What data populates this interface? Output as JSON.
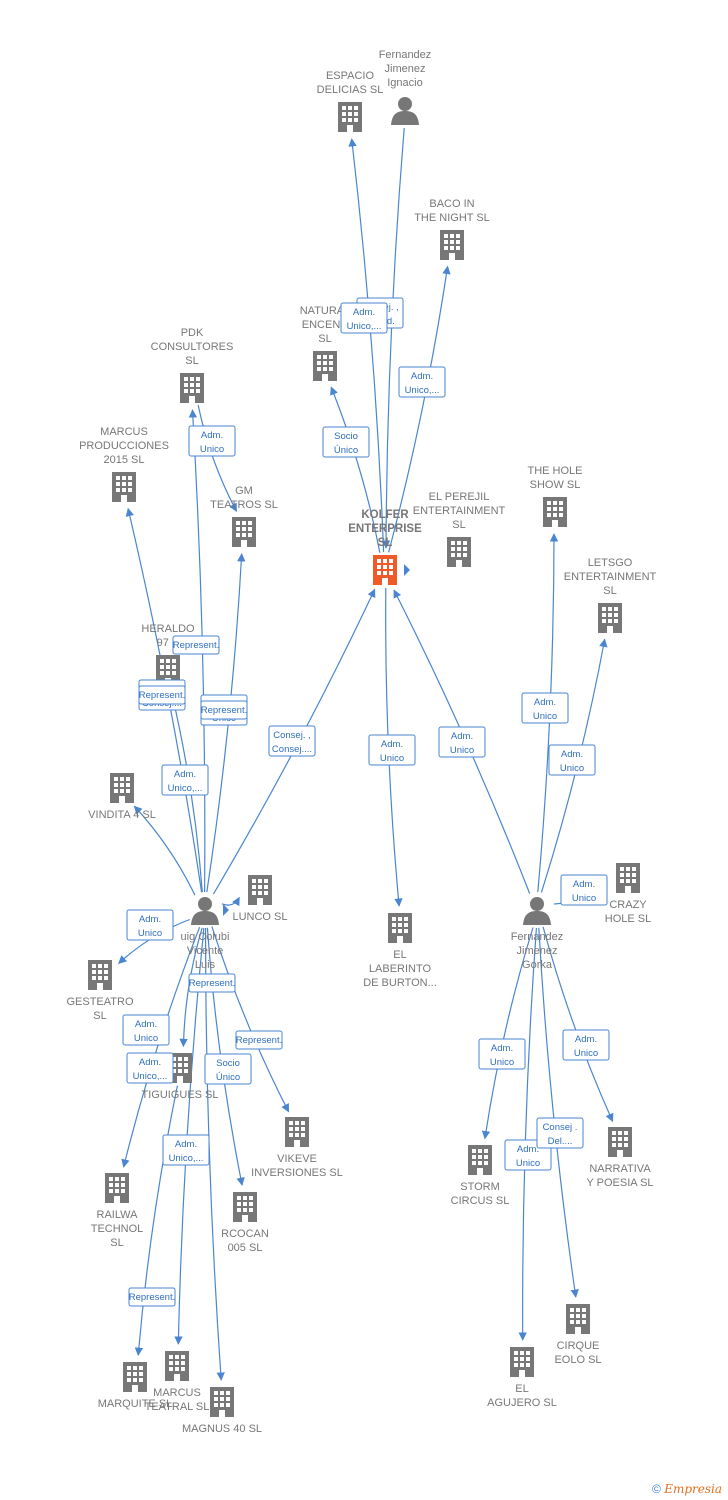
{
  "nodes": [
    {
      "id": "espacio",
      "label": [
        "ESPACIO",
        "DELICIAS  SL"
      ],
      "type": "company"
    },
    {
      "id": "fj_ignacio",
      "label": [
        "Fernandez",
        "Jimenez",
        "Ignacio"
      ],
      "type": "person"
    },
    {
      "id": "baco",
      "label": [
        "BACO IN",
        "THE NIGHT  SL"
      ],
      "type": "company"
    },
    {
      "id": "natural",
      "label": [
        "NATURAL",
        "ENCEND",
        "SL"
      ],
      "type": "company"
    },
    {
      "id": "pdk",
      "label": [
        "PDK",
        "CONSULTORES",
        "SL"
      ],
      "type": "company"
    },
    {
      "id": "marcus_prod",
      "label": [
        "MARCUS",
        "PRODUCCIONES",
        "2015  SL"
      ],
      "type": "company"
    },
    {
      "id": "gm",
      "label": [
        "GM",
        "TEATROS  SL"
      ],
      "type": "company"
    },
    {
      "id": "kolfer",
      "label": [
        "KOLFER",
        "ENTERPRISE",
        "SL"
      ],
      "type": "center"
    },
    {
      "id": "perejil",
      "label": [
        "EL PEREJIL",
        "ENTERTAINMENT",
        "SL"
      ],
      "type": "company"
    },
    {
      "id": "thehole",
      "label": [
        "THE HOLE",
        "SHOW SL"
      ],
      "type": "company"
    },
    {
      "id": "letsgo",
      "label": [
        "LETSGO",
        "ENTERTAINMENT",
        "SL"
      ],
      "type": "company"
    },
    {
      "id": "heraldo",
      "label": [
        "HERALDO",
        "97  S"
      ],
      "type": "company"
    },
    {
      "id": "vindita",
      "label": [
        "VINDITA 4  SL"
      ],
      "type": "company"
    },
    {
      "id": "puig",
      "label": [
        "uig Colubi",
        "Vicente",
        "Luis"
      ],
      "type": "person"
    },
    {
      "id": "lunco",
      "label": [
        "LUNCO  SL"
      ],
      "type": "company"
    },
    {
      "id": "laberinto",
      "label": [
        "EL",
        "LABERINTO",
        "DE BURTON..."
      ],
      "type": "company"
    },
    {
      "id": "fj_gorka",
      "label": [
        "Fernandez",
        "Jimenez",
        "Gorka"
      ],
      "type": "person"
    },
    {
      "id": "crazy",
      "label": [
        "CRAZY",
        "HOLE SL"
      ],
      "type": "company"
    },
    {
      "id": "gesteatro",
      "label": [
        "GESTEATRO",
        "SL"
      ],
      "type": "company"
    },
    {
      "id": "tiguigues",
      "label": [
        "TIGUIGUES  SL"
      ],
      "type": "company"
    },
    {
      "id": "vikeve",
      "label": [
        "VIKEVE",
        "INVERSIONES SL"
      ],
      "type": "company"
    },
    {
      "id": "railway",
      "label": [
        "RAILWA",
        "TECHNOL",
        "SL"
      ],
      "type": "company"
    },
    {
      "id": "marcocan",
      "label": [
        "RCOCAN",
        "005  SL"
      ],
      "type": "company"
    },
    {
      "id": "storm",
      "label": [
        "STORM",
        "CIRCUS SL"
      ],
      "type": "company"
    },
    {
      "id": "narrativa",
      "label": [
        "NARRATIVA",
        "Y POESIA SL"
      ],
      "type": "company"
    },
    {
      "id": "marquite",
      "label": [
        "MARQUITE  SL"
      ],
      "type": "company"
    },
    {
      "id": "marcus_teatral",
      "label": [
        "MARCUS",
        "TEATRAL  SL"
      ],
      "type": "company"
    },
    {
      "id": "magnus",
      "label": [
        "MAGNUS 40  SL"
      ],
      "type": "company"
    },
    {
      "id": "agujero",
      "label": [
        "EL",
        "AGUJERO SL"
      ],
      "type": "company"
    },
    {
      "id": "cirque",
      "label": [
        "CIRQUE",
        "EOLO SL"
      ],
      "type": "company"
    }
  ],
  "edges": [
    {
      "from": "fj_ignacio",
      "to": "kolfer",
      "label": [
        "Consej. ,",
        "Presid."
      ]
    },
    {
      "from": "kolfer",
      "to": "espacio",
      "label": [
        "Adm.",
        "Unico,..."
      ]
    },
    {
      "from": "kolfer",
      "to": "baco",
      "label": [
        "Adm.",
        "Unico,..."
      ]
    },
    {
      "from": "kolfer",
      "to": "natural",
      "label": [
        "Socio",
        "Único"
      ]
    },
    {
      "from": "pdk",
      "to": "gm",
      "label": [
        "Adm.",
        "Unico"
      ]
    },
    {
      "from": "puig",
      "to": "kolfer",
      "label": [
        "Consej. ,",
        "Consej...."
      ]
    },
    {
      "from": "kolfer",
      "to": "laberinto",
      "label": [
        "Socio",
        "Único"
      ]
    },
    {
      "from": "fj_gorka",
      "to": "kolfer",
      "label": [
        "Consej. ,",
        "Consej...."
      ]
    },
    {
      "from": "fj_gorka",
      "to": "thehole",
      "label": [
        "Adm.",
        "Unico"
      ]
    },
    {
      "from": "fj_gorka",
      "to": "letsgo",
      "label": [
        "Adm.",
        "Unico"
      ]
    },
    {
      "from": "fj_gorka",
      "to": "crazy",
      "label": [
        "Adm.",
        "Unico"
      ]
    },
    {
      "from": "fj_gorka",
      "to": "storm",
      "label": [
        "Adm.",
        "Unico"
      ]
    },
    {
      "from": "fj_gorka",
      "to": "narrativa",
      "label": [
        "Adm.",
        "Unico"
      ]
    },
    {
      "from": "fj_gorka",
      "to": "agujero",
      "label": [
        "Adm.",
        "Unico"
      ]
    },
    {
      "from": "fj_gorka",
      "to": "cirque",
      "label": [
        "Adm.",
        "Unico"
      ]
    },
    {
      "from": "puig",
      "to": "pdk",
      "label": [
        "Adm.",
        "Unico"
      ]
    },
    {
      "from": "puig",
      "to": "marcus_prod",
      "label": [
        "Consej .",
        "Del...."
      ]
    },
    {
      "from": "puig",
      "to": "gm",
      "label": [
        "Represent."
      ]
    },
    {
      "from": "puig",
      "to": "heraldo",
      "label": [
        "Represent."
      ]
    },
    {
      "from": "puig",
      "to": "vindita",
      "label": [
        "Represent."
      ]
    },
    {
      "from": "puig",
      "to": "lunco",
      "label": [
        "Adm.",
        "Unico,..."
      ]
    },
    {
      "from": "puig",
      "to": "gesteatro",
      "label": [
        "Represent."
      ]
    },
    {
      "from": "puig",
      "to": "tiguigues",
      "label": [
        "Adm.",
        "Unico"
      ]
    },
    {
      "from": "puig",
      "to": "vikeve",
      "label": [
        "Adm.",
        "Unico"
      ]
    },
    {
      "from": "puig",
      "to": "railway",
      "label": [
        "Represent."
      ]
    },
    {
      "from": "puig",
      "to": "marcocan",
      "label": [
        "Adm.",
        "Unico,..."
      ]
    },
    {
      "from": "tiguigues",
      "to": "marquite",
      "label": [
        "Socio",
        "Único"
      ]
    },
    {
      "from": "puig",
      "to": "marcus_teatral",
      "label": [
        "Represent."
      ]
    },
    {
      "from": "puig",
      "to": "magnus",
      "label": [
        "Adm.",
        "Unico,..."
      ]
    }
  ],
  "footer": {
    "copyright": "©",
    "brand": "Empresia"
  },
  "colors": {
    "edge": "#4a86d0",
    "node": "#777777",
    "center": "#f05a28"
  }
}
